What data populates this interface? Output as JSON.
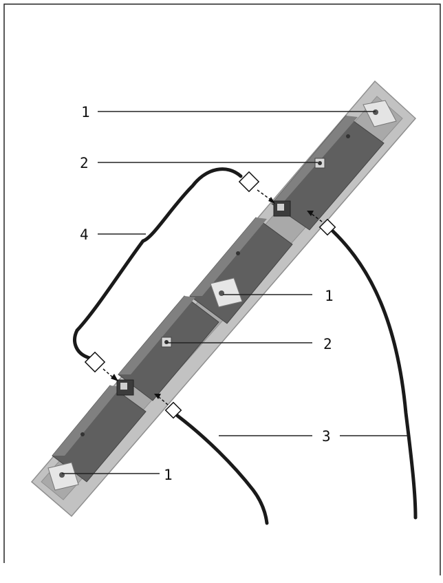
{
  "callouts": {
    "c1_top": "1",
    "c2_top": "2",
    "c4": "4",
    "c1_mid": "1",
    "c2_mid": "2",
    "c3": "3",
    "c1_bottom": "1"
  },
  "colors": {
    "rail": "#b6b6b6",
    "rail_edge": "#8f8f8f",
    "module": "#6b6b6b",
    "module_top": "#7d7d7d",
    "bracket": "#e2e2e2",
    "cable": "#1a1a1a",
    "line": "#222222"
  }
}
